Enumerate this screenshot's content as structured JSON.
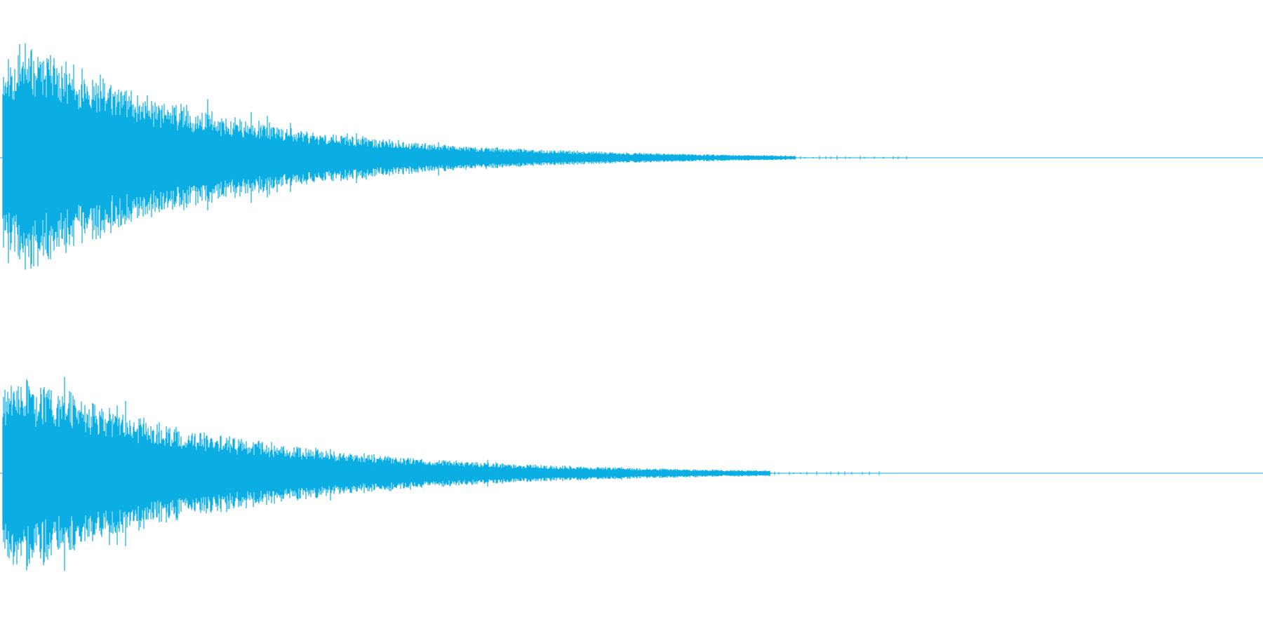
{
  "colors": {
    "background": "#ffffff",
    "waveform": "#0aaee3"
  },
  "waveform": {
    "channels": [
      {
        "id": "channel-1",
        "envelope": {
          "attack_peak_fraction": 1.0,
          "decay_rate": 6.5,
          "silence_start_fraction": 0.63
        }
      },
      {
        "id": "channel-2",
        "envelope": {
          "attack_peak_fraction": 0.98,
          "decay_rate": 6.0,
          "silence_start_fraction": 0.61
        }
      }
    ]
  }
}
